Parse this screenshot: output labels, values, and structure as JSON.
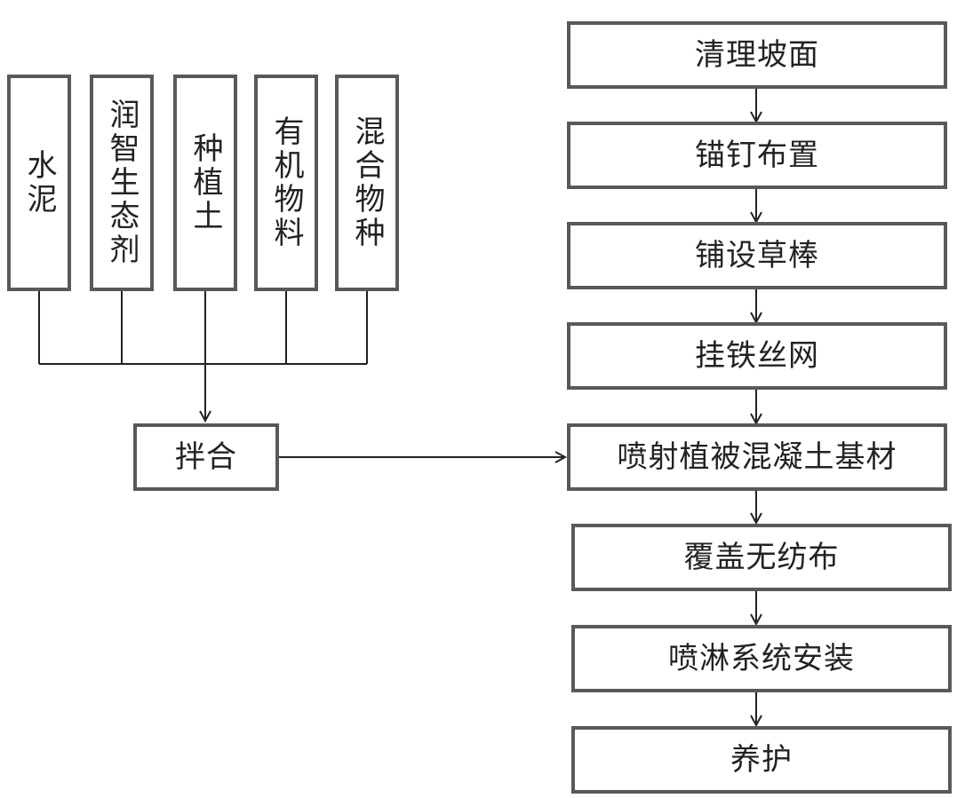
{
  "ingredients": [
    {
      "label": "水泥"
    },
    {
      "label": "润智生态剂"
    },
    {
      "label": "种植土"
    },
    {
      "label": "有机物料"
    },
    {
      "label": "混合物种"
    }
  ],
  "mixing": {
    "label": "拌合"
  },
  "steps": [
    {
      "label": "清理坡面"
    },
    {
      "label": "锚钉布置"
    },
    {
      "label": "铺设草棒"
    },
    {
      "label": "挂铁丝网"
    },
    {
      "label": "喷射植被混凝土基材"
    },
    {
      "label": "覆盖无纺布"
    },
    {
      "label": "喷淋系统安装"
    },
    {
      "label": "养护"
    }
  ]
}
